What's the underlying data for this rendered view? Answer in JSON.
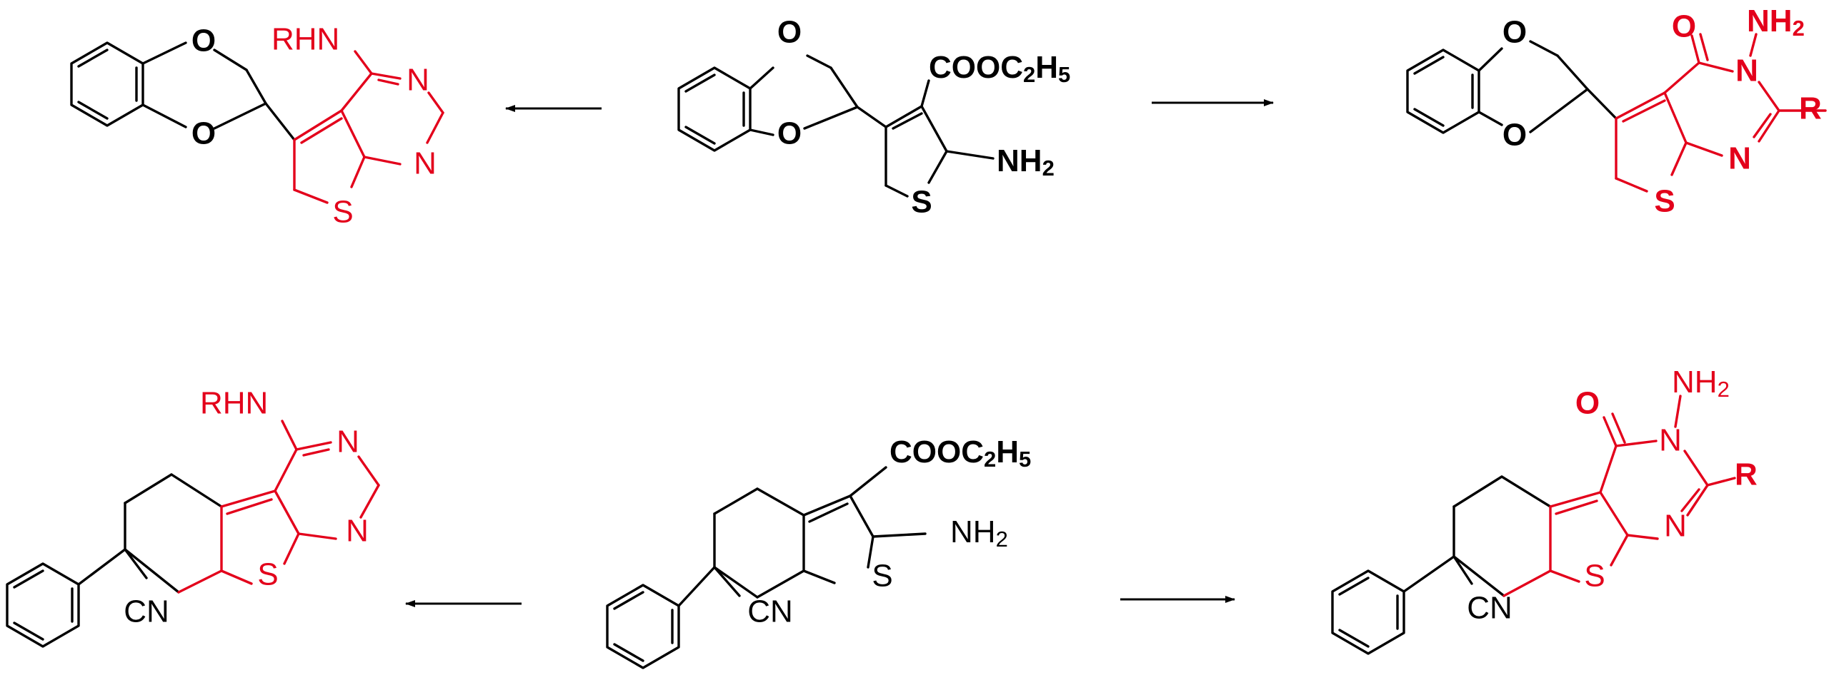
{
  "colors": {
    "black": "#000000",
    "red": "#e3001b"
  },
  "labels": {
    "o": "O",
    "s": "S",
    "n": "N",
    "rhn": "RHN",
    "nh": "NH",
    "two": "2",
    "five": "5",
    "cooc": "COOC",
    "h": "H",
    "r": "R",
    "cn": "CN",
    "dash": "–"
  }
}
